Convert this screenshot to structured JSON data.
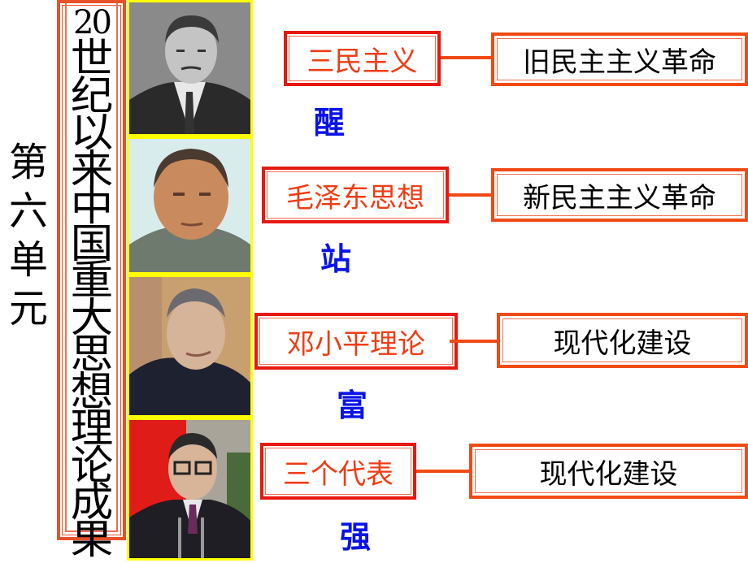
{
  "unit_label": [
    "第",
    "六",
    "单",
    "元"
  ],
  "title": {
    "number": "20",
    "chars": [
      "世",
      "纪",
      "以",
      "来",
      "中",
      "国",
      "重",
      "大",
      "思",
      "想",
      "理",
      "论",
      "成",
      "果"
    ]
  },
  "photos": [
    {
      "name": "portrait-1-bw",
      "tone": "grayscale"
    },
    {
      "name": "portrait-2-color",
      "tone": "color"
    },
    {
      "name": "portrait-3-color",
      "tone": "color"
    },
    {
      "name": "portrait-4-color",
      "tone": "color"
    }
  ],
  "rows": [
    {
      "term": "三民主义",
      "result": "旧民主主义革命",
      "keyword": "醒"
    },
    {
      "term": "毛泽东思想",
      "result": "新民主主义革命",
      "keyword": "站"
    },
    {
      "term": "邓小平理论",
      "result": "现代化建设",
      "keyword": "富"
    },
    {
      "term": "三个代表",
      "result": "现代化建设",
      "keyword": "强"
    }
  ],
  "colors": {
    "term_text": "#f03c14",
    "term_border": "#e8180f",
    "result_border": "#f04a14",
    "keyword_text": "#0a14e6",
    "photo_frame": "#ffff00"
  }
}
